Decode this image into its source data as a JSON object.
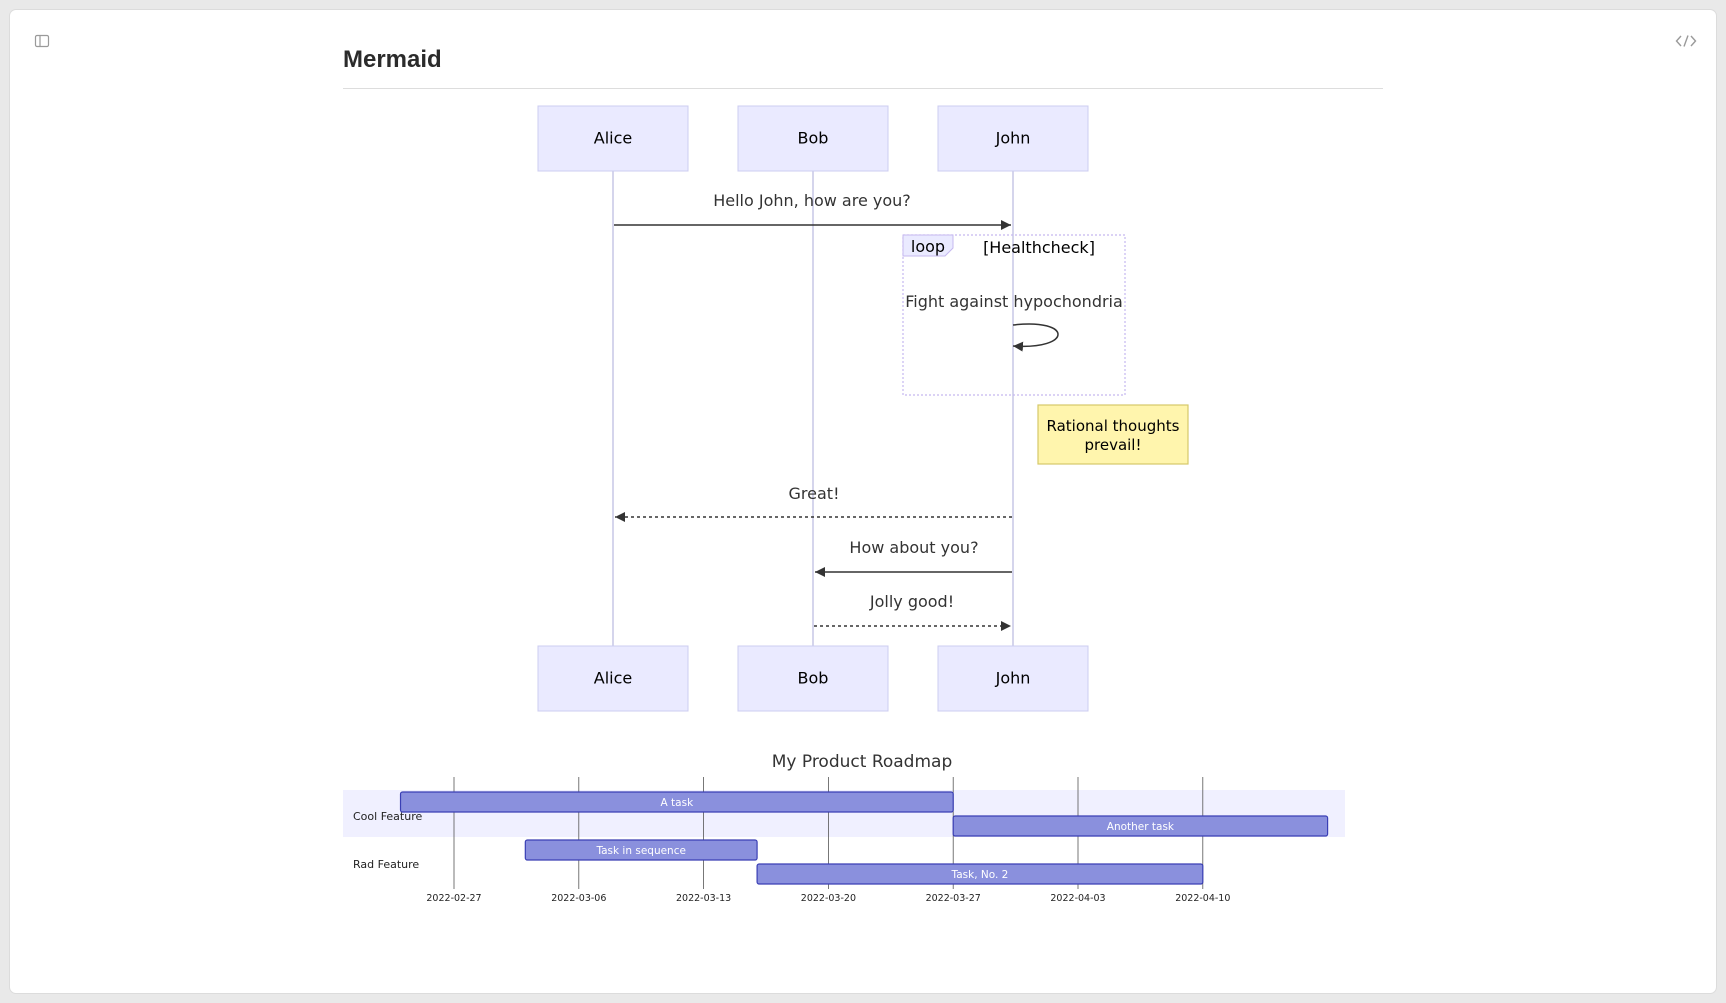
{
  "page": {
    "title": "Mermaid"
  },
  "toolbar": {
    "sidebar_icon": "sidebar-icon",
    "code_icon": "code-icon"
  },
  "sequence": {
    "participants": [
      {
        "id": "alice",
        "label": "Alice"
      },
      {
        "id": "bob",
        "label": "Bob"
      },
      {
        "id": "john",
        "label": "John"
      }
    ],
    "messages": [
      {
        "from": "Alice",
        "to": "John",
        "text": "Hello John, how are you?",
        "style": "solid"
      },
      {
        "from": "John",
        "to": "John",
        "text": "Fight against hypochondria",
        "style": "solid"
      },
      {
        "from": "John",
        "to": "Alice",
        "text": "Great!",
        "style": "dotted"
      },
      {
        "from": "John",
        "to": "Bob",
        "text": "How about you?",
        "style": "solid"
      },
      {
        "from": "Bob",
        "to": "John",
        "text": "Jolly good!",
        "style": "dotted"
      }
    ],
    "loop": {
      "keyword": "loop",
      "label": "[Healthcheck]"
    },
    "note": {
      "line1": "Rational thoughts",
      "line2": "prevail!"
    }
  },
  "colors": {
    "actor_fill": "#eaeaff",
    "actor_stroke": "#cccdf0",
    "lifeline": "#c7c7e6",
    "note_fill": "#fff5ad",
    "note_stroke": "#d6c96a",
    "bar_fill": "#8a90dd",
    "bar_stroke": "#3a3fb5",
    "section_band": "#f0f0ff"
  },
  "gantt": {
    "title": "My Product Roadmap",
    "sections": [
      {
        "name": "Cool Feature"
      },
      {
        "name": "Rad Feature"
      }
    ],
    "tasks": [
      {
        "name": "A task",
        "section": "Cool Feature",
        "start": "2022-02-24",
        "end": "2022-03-27"
      },
      {
        "name": "Another task",
        "section": "Cool Feature",
        "start": "2022-03-27",
        "end": "2022-04-17"
      },
      {
        "name": "Task in sequence",
        "section": "Rad Feature",
        "start": "2022-03-03",
        "end": "2022-03-16"
      },
      {
        "name": "Task, No. 2",
        "section": "Rad Feature",
        "start": "2022-03-16",
        "end": "2022-04-10"
      }
    ],
    "ticks": [
      "2022-02-27",
      "2022-03-06",
      "2022-03-13",
      "2022-03-20",
      "2022-03-27",
      "2022-04-03",
      "2022-04-10"
    ]
  }
}
